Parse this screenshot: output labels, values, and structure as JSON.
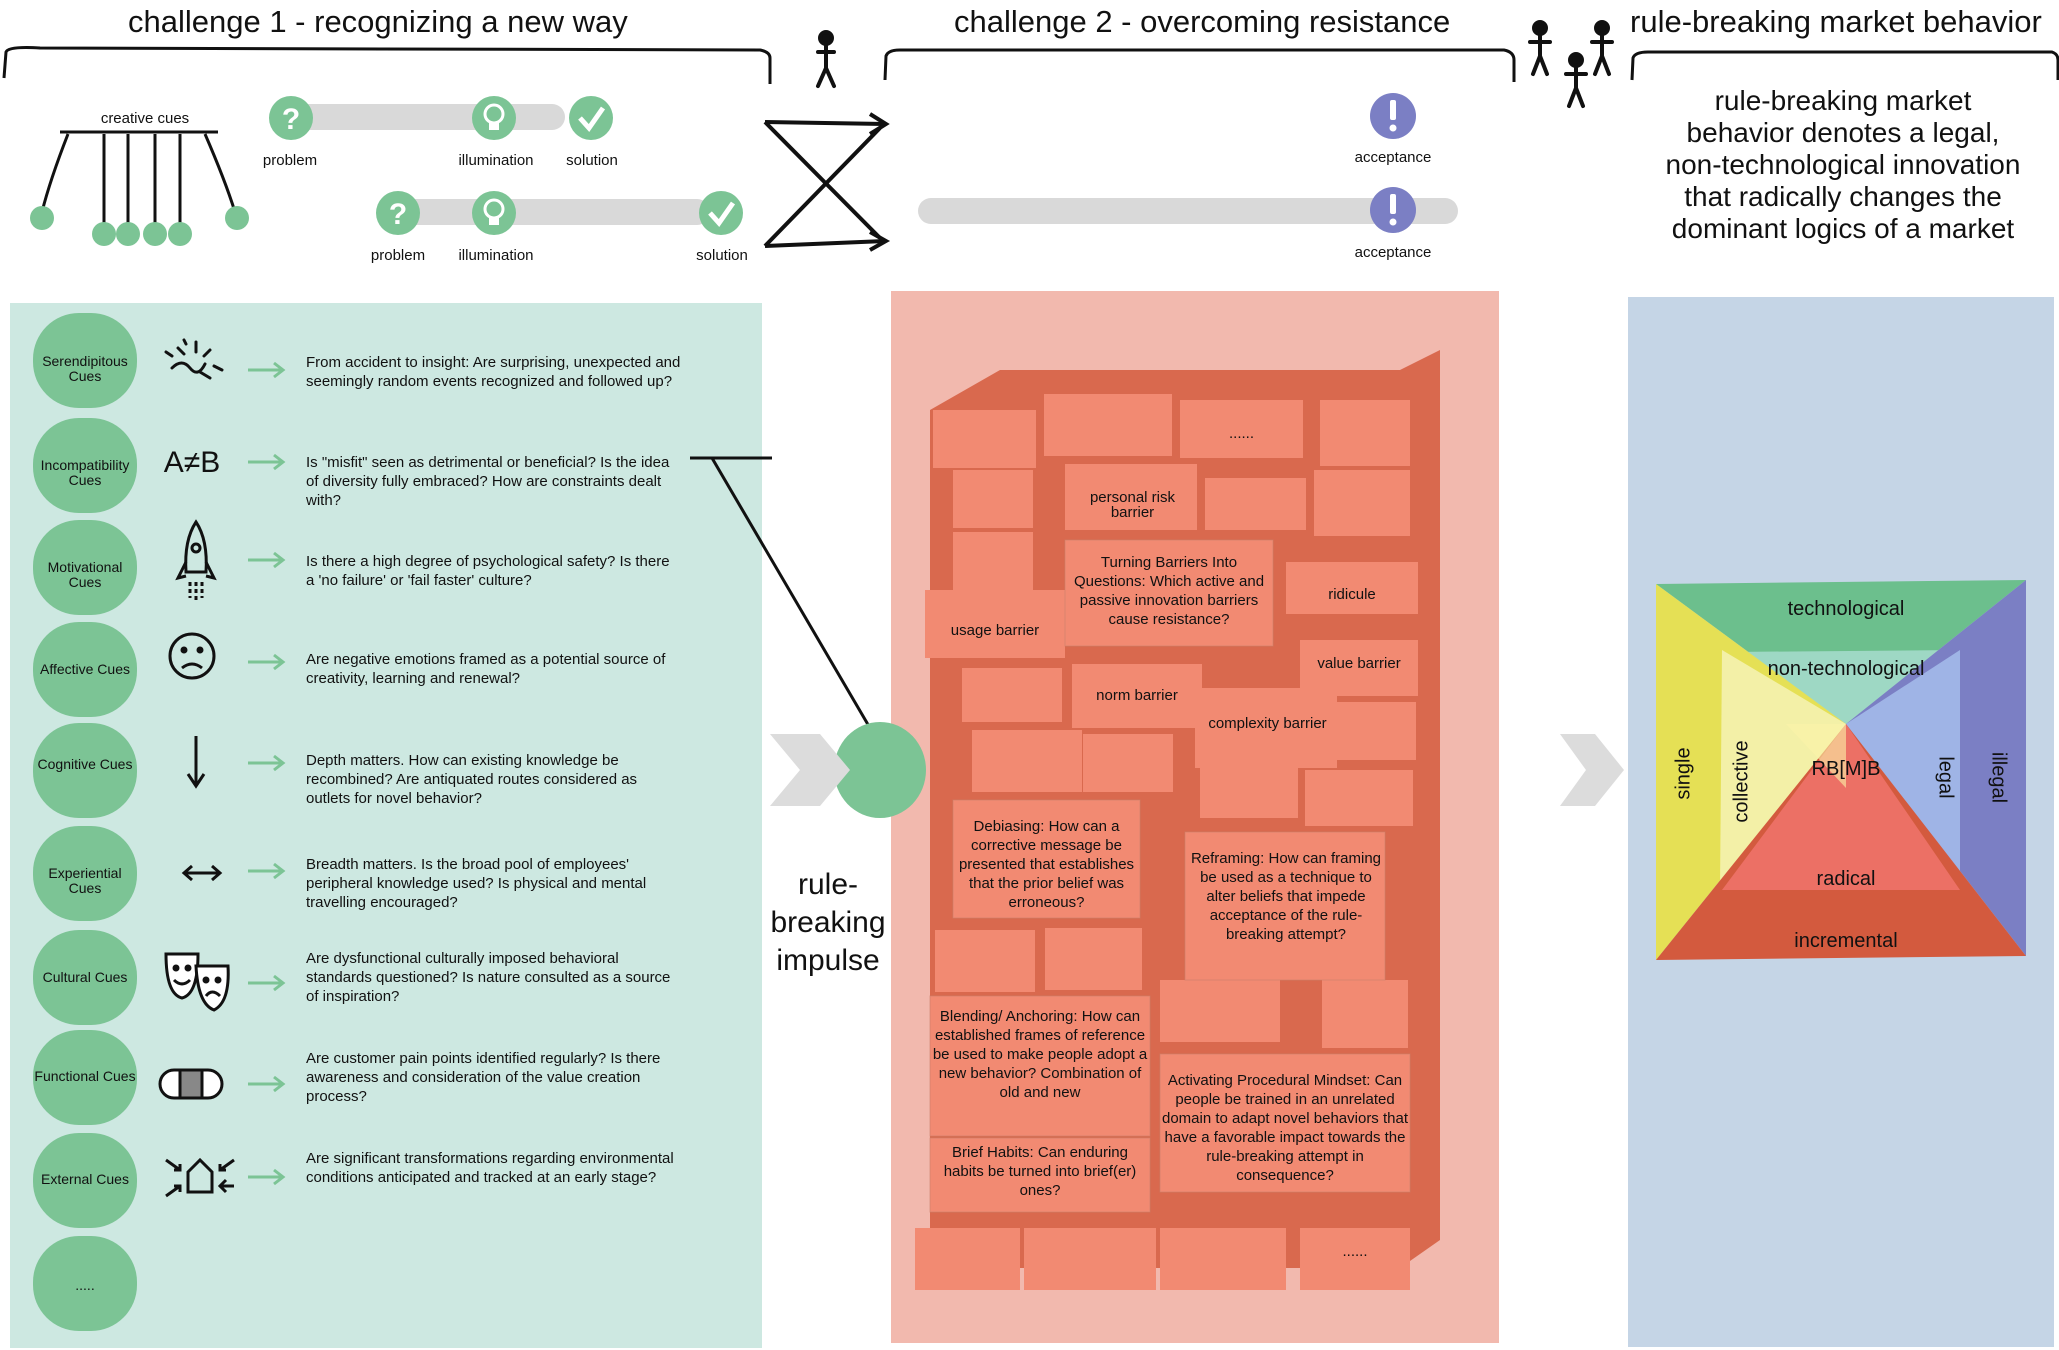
{
  "headers": {
    "challenge1": "challenge 1 - recognizing a new way",
    "challenge2": "challenge 2 - overcoming resistance",
    "rbmb": "rule-breaking market behavior"
  },
  "top_row": {
    "creative_cues": "creative cues",
    "row1": {
      "problem": "problem",
      "illumination": "illumination",
      "solution": "solution",
      "acceptance": "acceptance"
    },
    "row2": {
      "problem": "problem",
      "illumination": "illumination",
      "solution": "solution",
      "acceptance": "acceptance"
    }
  },
  "definition": "rule-breaking market behavior denotes a legal, non-technological innovation that radically changes the dominant logics of a market",
  "cues": [
    {
      "label": "Serendipitous Cues",
      "icon": "sparkle-icon",
      "text": "From accident to insight: Are surprising, unexpected and seemingly random events recognized and followed up?"
    },
    {
      "label": "Incompatibility Cues",
      "icon": "a-not-equal-b-icon",
      "text": "Is \"misfit\" seen as detrimental or beneficial? Is the idea of diversity fully embraced? How are constraints dealt with?"
    },
    {
      "label": "Motivational Cues",
      "icon": "rocket-icon",
      "text": "Is there a high degree of psychological safety? Is there a 'no failure' or 'fail faster' culture?"
    },
    {
      "label": "Affective Cues",
      "icon": "sad-face-icon",
      "text": "Are negative emotions framed as a potential source of creativity, learning and renewal?"
    },
    {
      "label": "Cognitive Cues",
      "icon": "arrow-down-icon",
      "text": "Depth matters. How can existing knowledge be recombined? Are antiquated routes considered as outlets for novel behavior?"
    },
    {
      "label": "Experiential Cues",
      "icon": "double-arrow-icon",
      "text": "Breadth matters. Is the broad pool of employees' peripheral knowledge used? Is physical and mental travelling encouraged?"
    },
    {
      "label": "Cultural Cues",
      "icon": "theater-masks-icon",
      "text": "Are dysfunctional culturally imposed behavioral standards questioned? Is nature consulted as a source of inspiration?"
    },
    {
      "label": "Functional Cues",
      "icon": "bandage-icon",
      "text": "Are customer pain points identified regularly? Is there awareness and consideration of the value creation process?"
    },
    {
      "label": "External Cues",
      "icon": "house-arrows-icon",
      "text": "Are significant transformations regarding environmental conditions anticipated and tracked at an early stage?"
    },
    {
      "label": ".....",
      "icon": "",
      "text": ""
    }
  ],
  "impulse": "rule-breaking impulse",
  "wall": {
    "dots_top": "......",
    "personal_risk": "personal risk barrier",
    "turning": "Turning Barriers Into Questions: Which active and passive innovation barriers cause resistance?",
    "ridicule": "ridicule",
    "usage": "usage barrier",
    "value": "value barrier",
    "norm": "norm barrier",
    "complexity": "complexity barrier",
    "debiasing": "Debiasing: How can a corrective message be presented that establishes that the prior belief was erroneous?",
    "reframing": "Reframing: How can framing be used as a technique to alter beliefs that impede acceptance of the rule-breaking attempt?",
    "blending": "Blending/ Anchoring: How can established frames of reference be used to make people adopt a new behavior? Combination of old and new",
    "activating": "Activating Procedural Mindset: Can people be trained in an unrelated domain to adapt novel behaviors that have a favorable impact towards the rule-breaking attempt in consequence?",
    "habits": "Brief Habits: Can enduring habits be turned into brief(er) ones?",
    "dots_bottom": "......"
  },
  "pyramid": {
    "technological": "technological",
    "non_technological": "non-technological",
    "single": "single",
    "collective": "collective",
    "center": "RB[M]B",
    "legal": "legal",
    "illegal": "illegal",
    "radical": "radical",
    "incremental": "incremental"
  },
  "colors": {
    "green": "#7cc495",
    "teal_panel": "#cde8e1",
    "salmon_panel": "#f2b9ae",
    "brick": "#f28a72",
    "brick_dark": "#d9694e",
    "blue_panel": "#c5d5e6",
    "purple": "#7b7fc4",
    "gray_bar": "#d9d9d9"
  }
}
